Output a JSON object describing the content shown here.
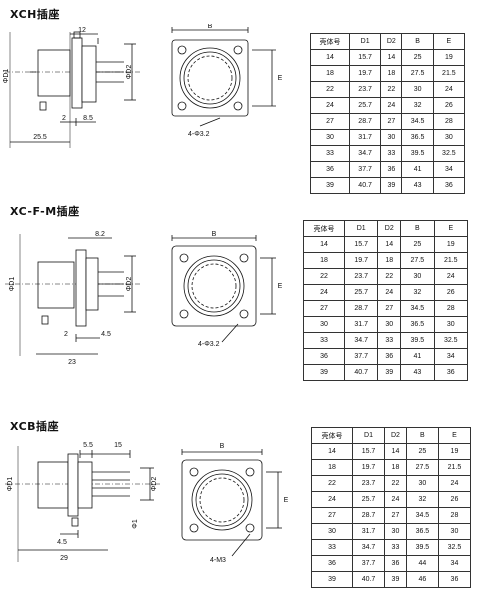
{
  "sections": [
    {
      "title": "XCH插座",
      "side": {
        "top_dim": "12",
        "diam1": "ΦD1",
        "diam2": "ΦD2",
        "dim_a": "2",
        "dim_b": "8.5",
        "length": "25.5"
      },
      "front": {
        "width_label": "B",
        "height_label": "E",
        "holes": "4-Φ3.2"
      },
      "table": {
        "headers": [
          "壳体号",
          "D1",
          "D2",
          "B",
          "E"
        ],
        "rows": [
          [
            "14",
            "15.7",
            "14",
            "25",
            "19"
          ],
          [
            "18",
            "19.7",
            "18",
            "27.5",
            "21.5"
          ],
          [
            "22",
            "23.7",
            "22",
            "30",
            "24"
          ],
          [
            "24",
            "25.7",
            "24",
            "32",
            "26"
          ],
          [
            "27",
            "28.7",
            "27",
            "34.5",
            "28"
          ],
          [
            "30",
            "31.7",
            "30",
            "36.5",
            "30"
          ],
          [
            "33",
            "34.7",
            "33",
            "39.5",
            "32.5"
          ],
          [
            "36",
            "37.7",
            "36",
            "41",
            "34"
          ],
          [
            "39",
            "40.7",
            "39",
            "43",
            "36"
          ]
        ]
      }
    },
    {
      "title": "XC-F-M插座",
      "side": {
        "top_dim": "8.2",
        "diam1": "ΦD1",
        "diam2": "ΦD2",
        "dim_a": "2",
        "dim_b": "4.5",
        "length": "23"
      },
      "front": {
        "width_label": "B",
        "height_label": "E",
        "holes": "4-Φ3.2"
      },
      "table": {
        "headers": [
          "壳体号",
          "D1",
          "D2",
          "B",
          "E"
        ],
        "rows": [
          [
            "14",
            "15.7",
            "14",
            "25",
            "19"
          ],
          [
            "18",
            "19.7",
            "18",
            "27.5",
            "21.5"
          ],
          [
            "22",
            "23.7",
            "22",
            "30",
            "24"
          ],
          [
            "24",
            "25.7",
            "24",
            "32",
            "26"
          ],
          [
            "27",
            "28.7",
            "27",
            "34.5",
            "28"
          ],
          [
            "30",
            "31.7",
            "30",
            "36.5",
            "30"
          ],
          [
            "33",
            "34.7",
            "33",
            "39.5",
            "32.5"
          ],
          [
            "36",
            "37.7",
            "36",
            "41",
            "34"
          ],
          [
            "39",
            "40.7",
            "39",
            "43",
            "36"
          ]
        ]
      }
    },
    {
      "title": "XCB插座",
      "side": {
        "top_dim_a": "5.5",
        "top_dim_b": "15",
        "diam1": "ΦD1",
        "diam2": "ΦD2",
        "diam3": "Φ1",
        "dim_a": "4.5",
        "length": "29"
      },
      "front": {
        "width_label": "B",
        "height_label": "E",
        "holes": "4-M3"
      },
      "table": {
        "headers": [
          "壳体号",
          "D1",
          "D2",
          "B",
          "E"
        ],
        "rows": [
          [
            "14",
            "15.7",
            "14",
            "25",
            "19"
          ],
          [
            "18",
            "19.7",
            "18",
            "27.5",
            "21.5"
          ],
          [
            "22",
            "23.7",
            "22",
            "30",
            "24"
          ],
          [
            "24",
            "25.7",
            "24",
            "32",
            "26"
          ],
          [
            "27",
            "28.7",
            "27",
            "34.5",
            "28"
          ],
          [
            "30",
            "31.7",
            "30",
            "36.5",
            "30"
          ],
          [
            "33",
            "34.7",
            "33",
            "39.5",
            "32.5"
          ],
          [
            "36",
            "37.7",
            "36",
            "44",
            "34"
          ],
          [
            "39",
            "40.7",
            "39",
            "46",
            "36"
          ]
        ]
      }
    }
  ]
}
